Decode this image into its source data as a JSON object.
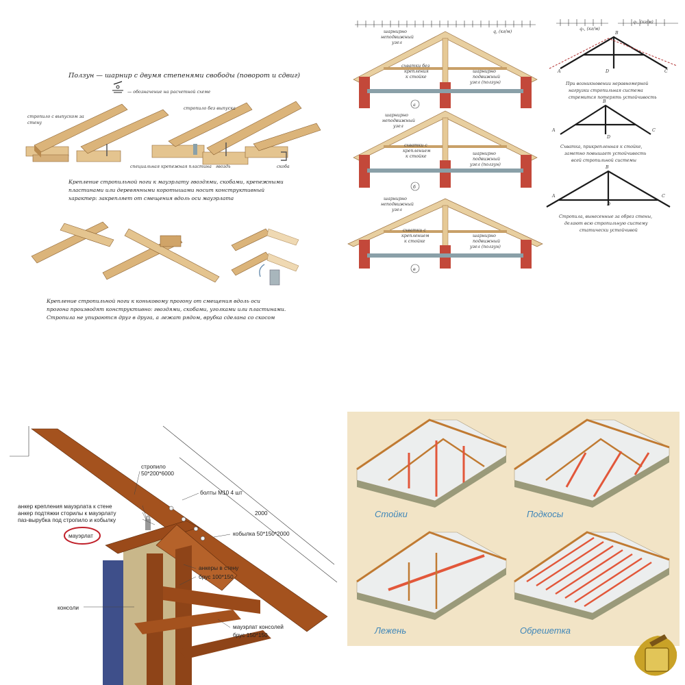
{
  "top_left": {
    "title": "Ползун — шарнир с двумя степенями свободы (поворот и сдвиг)",
    "symbol_note": "— обозначение на расчетной схеме",
    "labels": {
      "rafter_overhang": "стропило с выпуском за стену",
      "rafter_no_overhang": "стропило без выпуска",
      "special_plate": "специальная крепежная пластина",
      "nail": "гвоздь",
      "staple": "скоба"
    },
    "caption1": [
      "Крепление стропильной ноги к мауэрлату гвоздями, скобами, крепежными",
      "пластинами или деревянными коротышами носит конструктивный",
      "характер: закрепляет от смещения вдоль оси мауэрлата"
    ],
    "caption2": [
      "Крепление стропильной ноги к коньковому прогону от смещения вдоль оси",
      "прогона производят конструктивно: гвоздями, скобами, уголками или пластинами.",
      "Стропила не упираются друг в друга, а лежат рядом, врубка сделана со скосом"
    ]
  },
  "top_right": {
    "load_q": "q, (кг/м)",
    "load_q1": "q₁, (кг/м)",
    "load_q2": "q₂, (кг/м)",
    "fixed_node": [
      "шарнирно",
      "неподвижный",
      "узел"
    ],
    "ties_a": [
      "схватки без",
      "крепления",
      "к стойке"
    ],
    "ties_b": [
      "схватки с",
      "креплением",
      "к стойке"
    ],
    "slider": [
      "шарнирно",
      "подвижный",
      "узел (ползун)"
    ],
    "letters": [
      "а",
      "б",
      "в"
    ],
    "nodes": {
      "a": "A",
      "b": "B",
      "c": "C",
      "d": "D"
    },
    "note1": [
      "При возникновении неравномерной",
      "нагрузки стропильная система",
      "стремится потерять устойчивость"
    ],
    "note2": [
      "Схватка, прикрепленная к стойке,",
      "заметно повышает устойчивость",
      "всей стропильной системы"
    ],
    "note3": [
      "Стропила, вынесенные за обрез стены,",
      "делают всю стропильную систему",
      "статически устойчивой"
    ]
  },
  "bottom_left": {
    "labels": {
      "rafter": "стропило",
      "rafter_size": "50*200*6000",
      "bolts": "болты М10 4 шт",
      "anchor1": "анкер крепления мауэрлата к стене",
      "anchor2": "анкер подтяжки сторилы к мауэрлату",
      "groove": "паз-выруб­ка под стропило и кобылку",
      "mauerlat": "мауэрлат",
      "dimension": "2000",
      "kobylka": "кобылка 50*150*2000",
      "anchors_wall": "анкеры в стену",
      "beam100": "брус 100*150",
      "consoles": "консоли",
      "mauerlat_console": "мауэрлат консолей",
      "beam150": "брус 150*150"
    }
  },
  "bottom_right": {
    "labels": [
      "Стойки",
      "Подкосы",
      "Лежень",
      "Обрешетка"
    ]
  },
  "colors": {
    "wood": "#d9b07a",
    "wood_dark": "#a9763c",
    "brick": "#c3483a",
    "steel": "#8aa0a8",
    "frame": "#1a1a1a",
    "accent_blue": "#3f86b8",
    "truss_red": "#e2573a"
  }
}
